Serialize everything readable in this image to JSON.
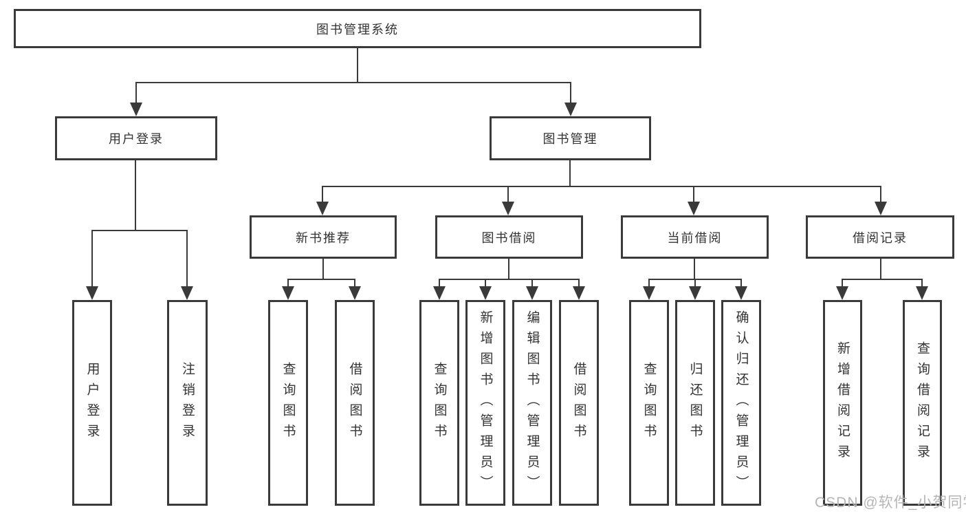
{
  "colors": {
    "line": "#3a3a3a",
    "text": "#333333",
    "background": "#ffffff",
    "watermark": "#b5b5b5"
  },
  "tree": {
    "root": {
      "label": "图书管理系统"
    },
    "level2": [
      {
        "label": "用户登录",
        "parent": "图书管理系统"
      },
      {
        "label": "图书管理",
        "parent": "图书管理系统"
      }
    ],
    "level3": [
      {
        "label": "新书推荐",
        "parent": "图书管理"
      },
      {
        "label": "图书借阅",
        "parent": "图书管理"
      },
      {
        "label": "当前借阅",
        "parent": "图书管理"
      },
      {
        "label": "借阅记录",
        "parent": "图书管理"
      }
    ],
    "leaves": [
      {
        "label": "用户登录",
        "parent": "用户登录"
      },
      {
        "label": "注销登录",
        "parent": "用户登录"
      },
      {
        "label": "查询图书",
        "parent": "新书推荐"
      },
      {
        "label": "借阅图书",
        "parent": "新书推荐"
      },
      {
        "label": "查询图书",
        "parent": "图书借阅"
      },
      {
        "label": "新增图书（管理员）",
        "parent": "图书借阅"
      },
      {
        "label": "编辑图书（管理员）",
        "parent": "图书借阅"
      },
      {
        "label": "借阅图书",
        "parent": "图书借阅"
      },
      {
        "label": "查询图书",
        "parent": "当前借阅"
      },
      {
        "label": "归还图书",
        "parent": "当前借阅"
      },
      {
        "label": "确认归还（管理员）",
        "parent": "当前借阅"
      },
      {
        "label": "新增借阅记录",
        "parent": "借阅记录"
      },
      {
        "label": "查询借阅记录",
        "parent": "借阅记录"
      }
    ]
  },
  "watermark": {
    "text": "CSDN @软件_小贺同学"
  }
}
